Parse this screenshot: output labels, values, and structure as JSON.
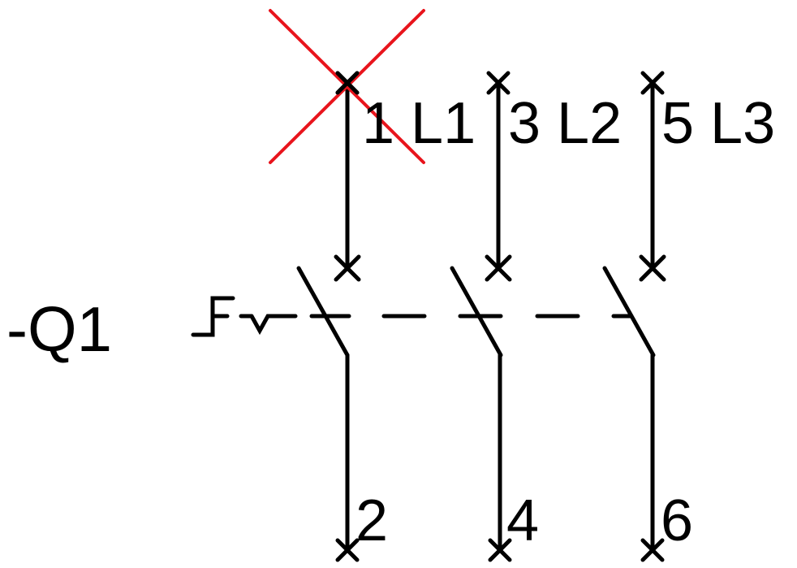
{
  "device": {
    "tag": "-Q1",
    "type": "3-pole circuit breaker / manual switch",
    "colors": {
      "line": "#000000",
      "cross_out": "#e8141c",
      "background": "#ffffff"
    }
  },
  "terminals": {
    "top": [
      {
        "number": "1",
        "phase": "L1",
        "label": "1 L1",
        "crossed_out": true
      },
      {
        "number": "3",
        "phase": "L2",
        "label": "3 L2",
        "crossed_out": false
      },
      {
        "number": "5",
        "phase": "L3",
        "label": "5 L3",
        "crossed_out": false
      }
    ],
    "bottom": [
      {
        "number": "2",
        "label": "2"
      },
      {
        "number": "4",
        "label": "4"
      },
      {
        "number": "6",
        "label": "6"
      }
    ]
  },
  "actuator": {
    "symbol": "manual-operator-with-latch",
    "linkage": "dashed mechanical link"
  }
}
